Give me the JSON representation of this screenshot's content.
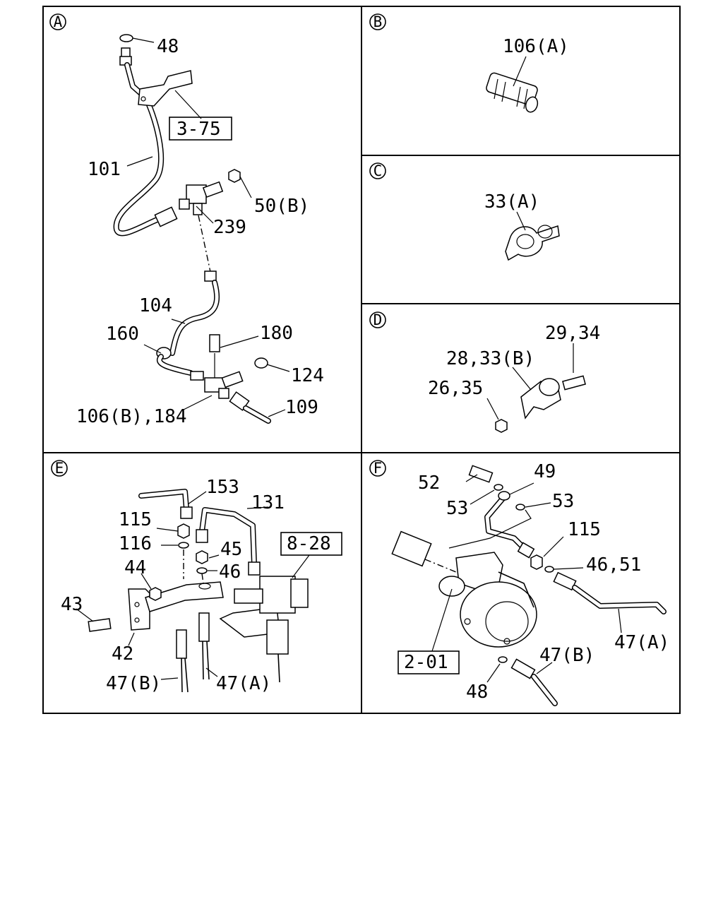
{
  "panels": [
    {
      "id": "A",
      "letter": "A",
      "labels": [
        "48",
        "101",
        "50(B)",
        "239",
        "104",
        "160",
        "180",
        "124",
        "106(B),184",
        "109"
      ],
      "refs": [
        "3-75"
      ]
    },
    {
      "id": "B",
      "letter": "B",
      "labels": [
        "106(A)"
      ],
      "refs": []
    },
    {
      "id": "C",
      "letter": "C",
      "labels": [
        "33(A)"
      ],
      "refs": []
    },
    {
      "id": "D",
      "letter": "D",
      "labels": [
        "29,34",
        "28,33(B)",
        "26,35"
      ],
      "refs": []
    },
    {
      "id": "E",
      "letter": "E",
      "labels": [
        "153",
        "131",
        "115",
        "116",
        "45",
        "46",
        "44",
        "43",
        "42",
        "47(B)",
        "47(A)"
      ],
      "refs": [
        "8-28"
      ]
    },
    {
      "id": "F",
      "letter": "F",
      "labels": [
        "52",
        "49",
        "53",
        "53",
        "115",
        "46,51",
        "47(A)",
        "47(B)",
        "48"
      ],
      "refs": [
        "2-01"
      ]
    }
  ],
  "colors": {
    "ink": "#000000",
    "paper": "#ffffff"
  }
}
